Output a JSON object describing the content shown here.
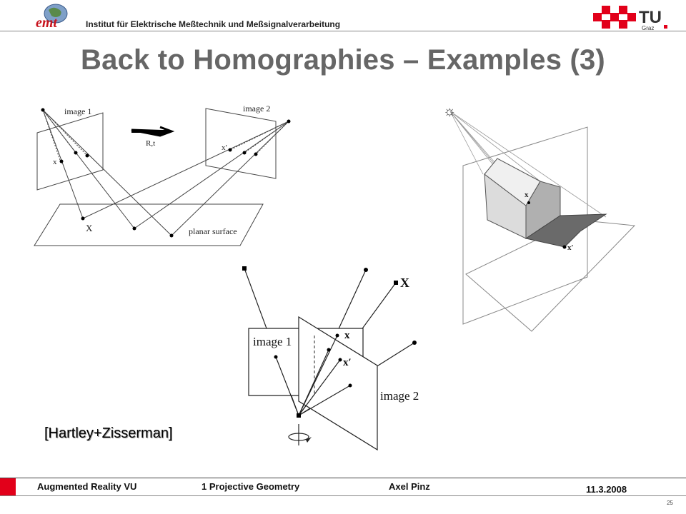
{
  "header": {
    "institute": "Institut für Elektrische Meßtechnik und Meßsignalverarbeitung",
    "logo_left_text": "emt",
    "logo_right_text": "TU",
    "logo_right_sub": "Graz"
  },
  "title": "Back to Homographies – Examples (3)",
  "figures": {
    "fig1": {
      "image1": "image 1",
      "image2": "image 2",
      "motion": "R,t",
      "x": "x",
      "x_prime": "x′",
      "X": "X",
      "surface": "planar surface"
    },
    "fig2": {
      "x": "x",
      "x_prime": "x′",
      "sun": "☼"
    },
    "fig3": {
      "image1": "image 1",
      "image2": "image 2",
      "X": "X",
      "x": "x",
      "x_prime": "x′"
    }
  },
  "citation": "[Hartley+Zisserman]",
  "footer": {
    "course": "Augmented Reality VU",
    "chapter": "1 Projective Geometry",
    "author": "Axel Pinz",
    "date": "11.3.2008",
    "page": "25"
  },
  "colors": {
    "title": "#666666",
    "accent_red": "#e2001a"
  }
}
